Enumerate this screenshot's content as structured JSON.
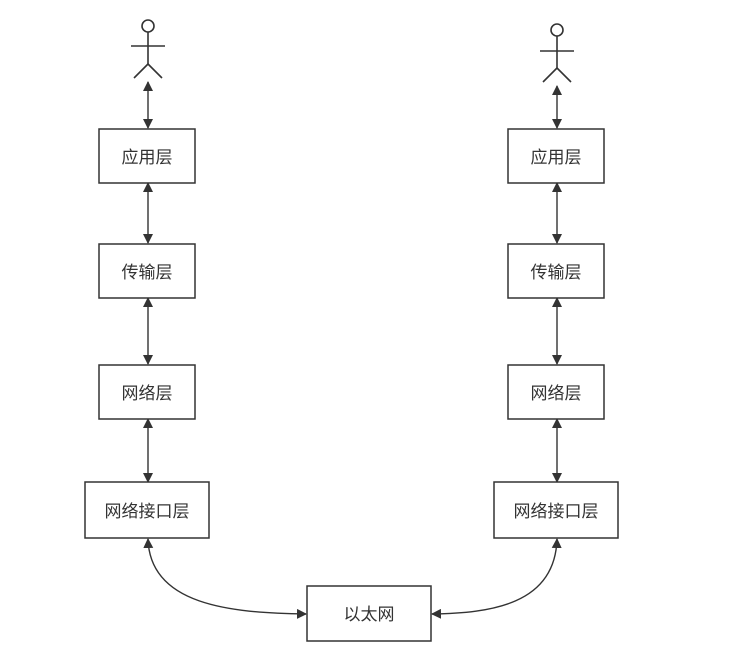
{
  "diagram": {
    "left_stack": {
      "app": "应用层",
      "transport": "传输层",
      "network": "网络层",
      "link": "网络接口层"
    },
    "right_stack": {
      "app": "应用层",
      "transport": "传输层",
      "network": "网络层",
      "link": "网络接口层"
    },
    "medium": "以太网"
  },
  "colors": {
    "line": "#333333",
    "background": "#ffffff"
  }
}
